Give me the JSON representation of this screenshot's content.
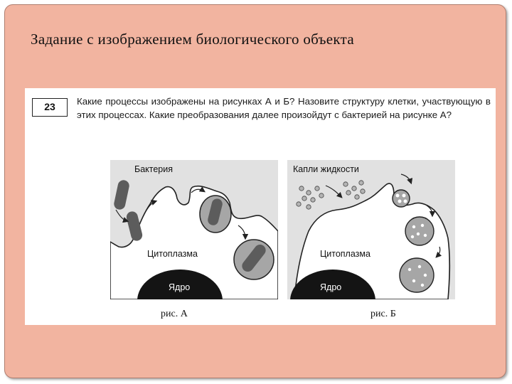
{
  "slide": {
    "title": "Задание с изображением биологического объекта"
  },
  "task": {
    "number": "23",
    "question": "Какие процессы изображены на рисунках А и Б? Назовите структуру клетки, участвующую в этих процессах. Какие преобразования далее произойдут с бактерией на рисунке А?"
  },
  "figure_a": {
    "label_top": "Бактерия",
    "label_cytoplasm": "Цитоплазма",
    "label_nucleus": "Ядро",
    "caption": "рис. А"
  },
  "figure_b": {
    "label_top": "Капли жидкости",
    "label_cytoplasm": "Цитоплазма",
    "label_nucleus": "Ядро",
    "caption": "рис. Б"
  },
  "colors": {
    "slide_background": "#f2b4a0",
    "panel_background": "#e1e1e1",
    "bacterium": "#5c5c5c",
    "vesicle": "#a6a6a6",
    "nucleus": "#141414"
  }
}
